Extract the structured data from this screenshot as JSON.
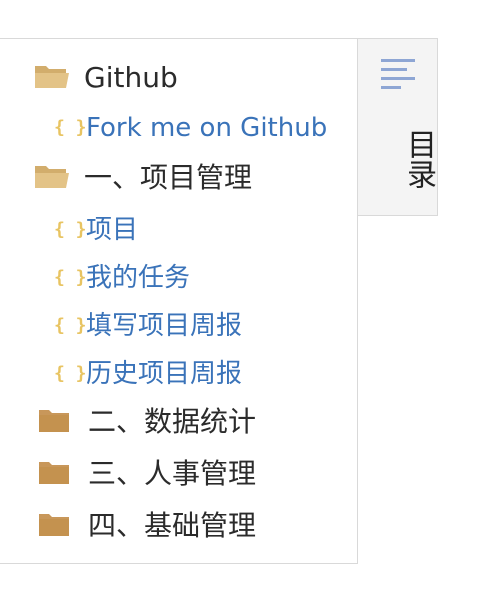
{
  "tree": {
    "items": [
      {
        "kind": "folder-open",
        "label": "Github",
        "icon": "folder-open-icon"
      },
      {
        "kind": "leaf",
        "label": "Fork me on Github",
        "icon": "braces-icon"
      },
      {
        "kind": "folder-open",
        "label": "一、项目管理",
        "icon": "folder-open-icon"
      },
      {
        "kind": "leaf",
        "label": "项目",
        "icon": "braces-icon"
      },
      {
        "kind": "leaf",
        "label": "我的任务",
        "icon": "braces-icon"
      },
      {
        "kind": "leaf",
        "label": "填写项目周报",
        "icon": "braces-icon"
      },
      {
        "kind": "leaf",
        "label": "历史项目周报",
        "icon": "braces-icon"
      },
      {
        "kind": "folder-closed",
        "label": "二、数据统计",
        "icon": "folder-closed-icon"
      },
      {
        "kind": "folder-closed",
        "label": "三、人事管理",
        "icon": "folder-closed-icon"
      },
      {
        "kind": "folder-closed",
        "label": "四、基础管理",
        "icon": "folder-closed-icon"
      }
    ],
    "leaf_glyph": "{ }"
  },
  "toc": {
    "label": "目录",
    "icon": "list-lines-icon"
  },
  "colors": {
    "folder_open": "#e3c387",
    "folder_closed": "#c8975a",
    "leaf_text": "#3a73b9",
    "folder_text": "#2b2b2b",
    "braces": "#e8c462",
    "toc_icon": "#8ea6d4"
  }
}
